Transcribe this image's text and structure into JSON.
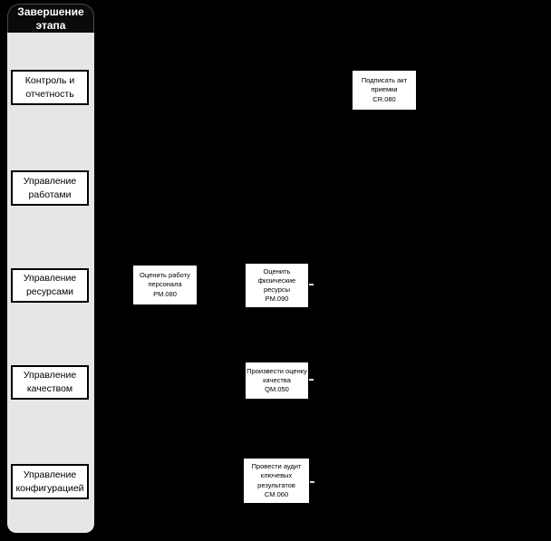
{
  "diagram": {
    "title": "Завершение этапа",
    "lanes": [
      {
        "label": "Контроль и отчетность"
      },
      {
        "label": "Управление работами"
      },
      {
        "label": "Управление ресурсами"
      },
      {
        "label": "Управление качеством"
      },
      {
        "label": "Управление конфигурацией"
      }
    ],
    "tasks": [
      {
        "label": "Подписать акт приемки",
        "code": "CR.080",
        "lane": "Контроль и отчетность"
      },
      {
        "label": "Оценить работу персонала",
        "code": "PM.080",
        "lane": "Управление ресурсами"
      },
      {
        "label": "Оценить физические ресурсы",
        "code": "PM.090",
        "lane": "Управление ресурсами"
      },
      {
        "label": "Произвести оценку качества",
        "code": "QM.050",
        "lane": "Управление качеством"
      },
      {
        "label": "Провести аудит ключевых результатов",
        "code": "CM.060",
        "lane": "Управление конфигурацией"
      }
    ],
    "colors": {
      "background": "#000000",
      "lane_fill": "#e6e6e6",
      "header_fill": "#0a0a0a",
      "header_text": "#ffffff",
      "box_fill": "#ffffff",
      "box_border": "#000000"
    }
  }
}
